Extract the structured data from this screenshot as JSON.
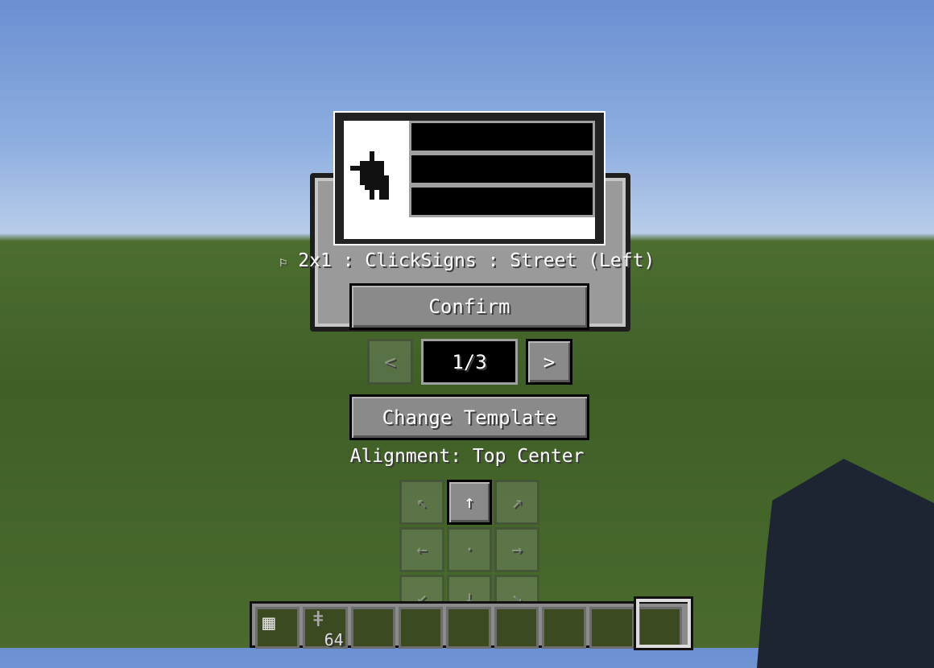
{
  "sign_preview": {
    "lines": [
      "",
      "",
      ""
    ],
    "icon": "arrow-left-up-icon"
  },
  "template_label": {
    "icon": "sign-icon",
    "text": "2x1 : ClickSigns : Street (Left)"
  },
  "confirm_label": "Confirm",
  "pager": {
    "prev": "<",
    "page": "1/3",
    "next": ">",
    "prev_enabled": false
  },
  "change_template_label": "Change Template",
  "alignment": {
    "label": "Alignment: Top Center",
    "selected": "top-center",
    "cells": [
      {
        "id": "top-left",
        "glyph": "↖"
      },
      {
        "id": "top-center",
        "glyph": "↑"
      },
      {
        "id": "top-right",
        "glyph": "↗"
      },
      {
        "id": "middle-left",
        "glyph": "←"
      },
      {
        "id": "middle-center",
        "glyph": "·"
      },
      {
        "id": "middle-right",
        "glyph": "→"
      },
      {
        "id": "bottom-left",
        "glyph": "↙"
      },
      {
        "id": "bottom-center",
        "glyph": "↓"
      },
      {
        "id": "bottom-right",
        "glyph": "↘"
      }
    ]
  },
  "hotbar": {
    "selected_slot": 9,
    "slots": [
      {
        "item": "sign",
        "count": ""
      },
      {
        "item": "ladder",
        "count": "64"
      },
      {
        "count": ""
      },
      {
        "count": ""
      },
      {
        "count": ""
      },
      {
        "count": ""
      },
      {
        "count": ""
      },
      {
        "count": ""
      },
      {
        "count": ""
      }
    ]
  }
}
